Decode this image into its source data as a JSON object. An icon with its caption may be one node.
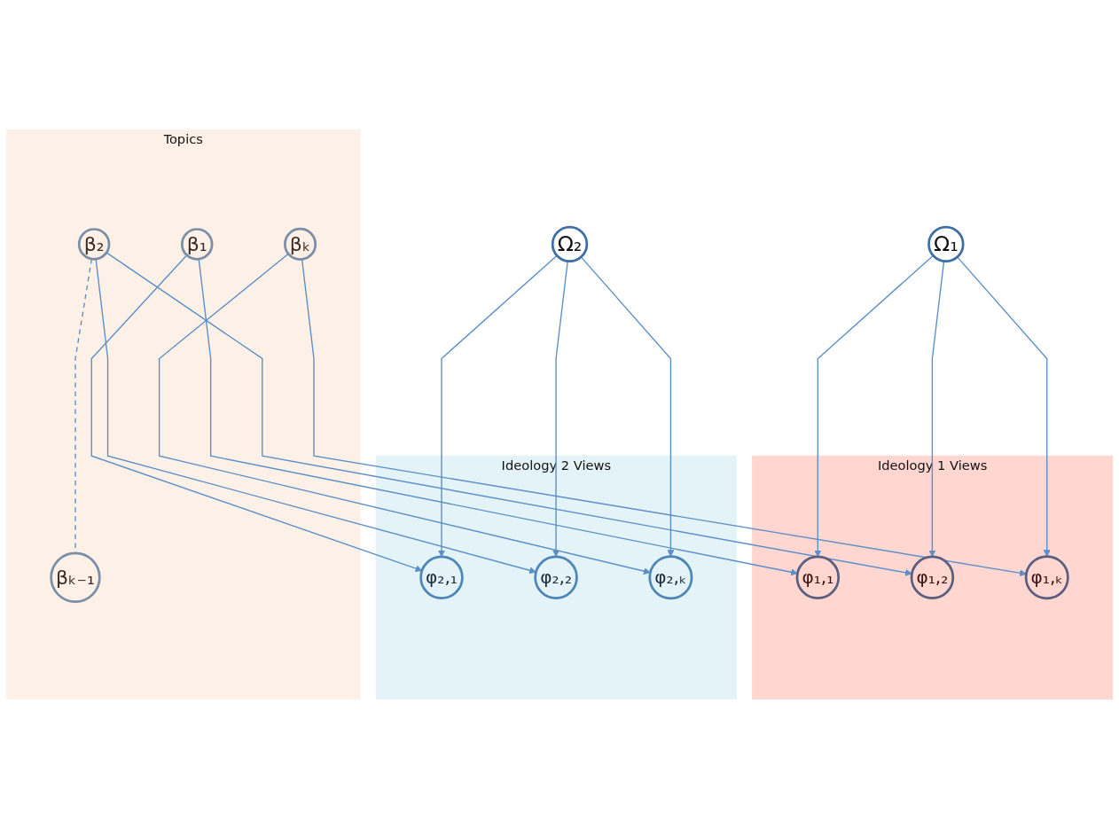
{
  "diagram": {
    "nodes": [
      {
        "text": [
          "Ω₁"
        ]
      },
      {
        "text": [
          "Ideology 1 Views"
        ]
      },
      {
        "text": [
          "φ₁,₁"
        ],
        "in": 1
      },
      {
        "text": [
          "φ₁,₂"
        ],
        "in": 1
      },
      {
        "text": [
          "φ₁,ₖ"
        ],
        "in": 1
      },
      {
        "text": [
          "Topics"
        ]
      },
      {
        "text": [
          "β₁"
        ],
        "in": 5
      },
      {
        "text": [
          "β₂"
        ],
        "in": 5
      },
      {
        "text": [
          "βₖ₋₁"
        ],
        "in": 5
      },
      {
        "text": [
          "βₖ"
        ],
        "in": 5
      },
      {
        "text": [
          "Ideology 2 Views"
        ]
      },
      {
        "text": [
          "φ₂,₁"
        ],
        "in": 10
      },
      {
        "text": [
          "φ₂,₂"
        ],
        "in": 10
      },
      {
        "text": [
          "φ₂,ₖ"
        ],
        "in": 10
      },
      {
        "text": [
          "Ω₂"
        ]
      }
    ],
    "edges": [
      {
        "from": 0,
        "to": 2,
        "arrow": "to"
      },
      {
        "from": 0,
        "to": 3,
        "arrow": "to"
      },
      {
        "from": 0,
        "to": 4,
        "arrow": "to"
      },
      {
        "from": 6,
        "to": 2,
        "arrow": "to"
      },
      {
        "from": 6,
        "to": 11,
        "arrow": "to"
      },
      {
        "from": 7,
        "to": 3,
        "arrow": "to"
      },
      {
        "from": 7,
        "to": 12,
        "arrow": "to"
      },
      {
        "from": 7,
        "to": 8,
        "arrow": "none",
        "style": "dashed"
      },
      {
        "from": 9,
        "to": 4,
        "arrow": "to"
      },
      {
        "from": 9,
        "to": 13,
        "arrow": "to"
      },
      {
        "from": 14,
        "to": 11,
        "arrow": "to"
      },
      {
        "from": 14,
        "to": 12,
        "arrow": "to"
      },
      {
        "from": 14,
        "to": 13,
        "arrow": "to"
      }
    ]
  }
}
